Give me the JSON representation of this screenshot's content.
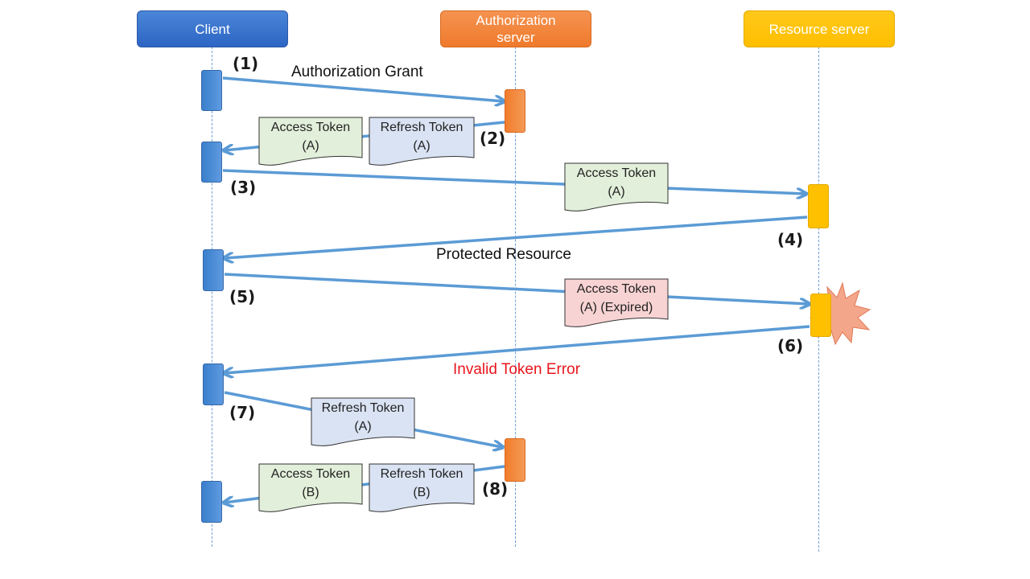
{
  "actors": {
    "client": {
      "label": "Client"
    },
    "auth": {
      "label": "Authorization server"
    },
    "resource": {
      "label": "Resource server"
    }
  },
  "steps": [
    "(1)",
    "(2)",
    "(3)",
    "(4)",
    "(5)",
    "(6)",
    "(7)",
    "(8)"
  ],
  "messages": {
    "authorization_grant": "Authorization Grant",
    "protected_resource": "Protected Resource",
    "invalid_token_error": "Invalid Token Error"
  },
  "tokens": {
    "t1_access_a": {
      "line1": "Access Token",
      "line2": "(A)"
    },
    "t2_refresh_a": {
      "line1": "Refresh Token",
      "line2": "(A)"
    },
    "t3_access_a": {
      "line1": "Access Token",
      "line2": "(A)"
    },
    "t4_access_a_expired": {
      "line1": "Access Token",
      "line2": "(A) (Expired)"
    },
    "t5_refresh_a": {
      "line1": "Refresh Token",
      "line2": "(A)"
    },
    "t6_access_b": {
      "line1": "Access Token",
      "line2": "(B)"
    },
    "t7_refresh_b": {
      "line1": "Refresh Token",
      "line2": "(B)"
    }
  },
  "colors": {
    "arrow": "#5b9bd5",
    "access_token_fill": "#e2efda",
    "refresh_token_fill": "#dae3f3",
    "expired_token_fill": "#f8d3d3",
    "error_text": "#e8161d",
    "burst_fill": "#f4a68a"
  }
}
